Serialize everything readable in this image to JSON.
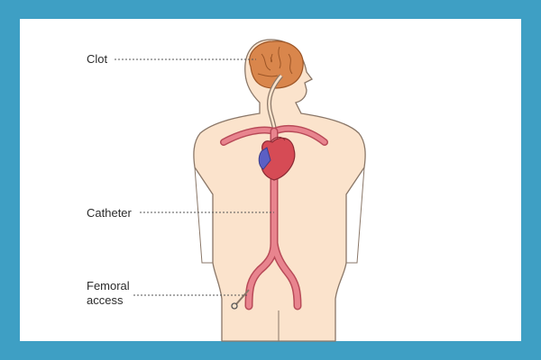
{
  "labels": {
    "clot": "Clot",
    "catheter": "Catheter",
    "femoral_access": "Femoral access"
  },
  "colors": {
    "frame": "#3e9fc4",
    "background": "#ffffff",
    "skin": "#fbe3cc",
    "skin_outline": "#8a7768",
    "vessel": "#e8848e",
    "vessel_outline": "#b84a58",
    "brain": "#d9864c",
    "heart": "#d64b55",
    "heart_vein": "#5b5fc4",
    "leader_line": "#555555"
  }
}
